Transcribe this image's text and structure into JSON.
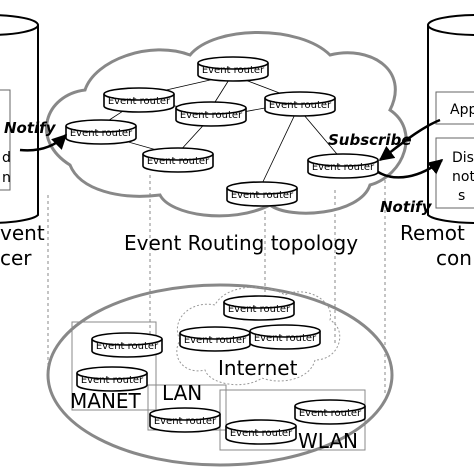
{
  "router_label": "Event router",
  "left_db": {
    "caption_line1": "vent",
    "caption_line2": "cer",
    "inner_line1": "d",
    "inner_line2": "n"
  },
  "right_db": {
    "caption_line1": "Remot",
    "caption_line2": "con",
    "inner_app": "App",
    "inner_line1": "Dis",
    "inner_line2": "not",
    "inner_line3": "s"
  },
  "labels": {
    "notify_left": "Notify",
    "subscribe": "Subscribe",
    "notify_right": "Notify",
    "topology": "Event Routing topology",
    "internet": "Internet",
    "lan": "LAN",
    "manet": "MANET",
    "wlan": "WLAN"
  }
}
